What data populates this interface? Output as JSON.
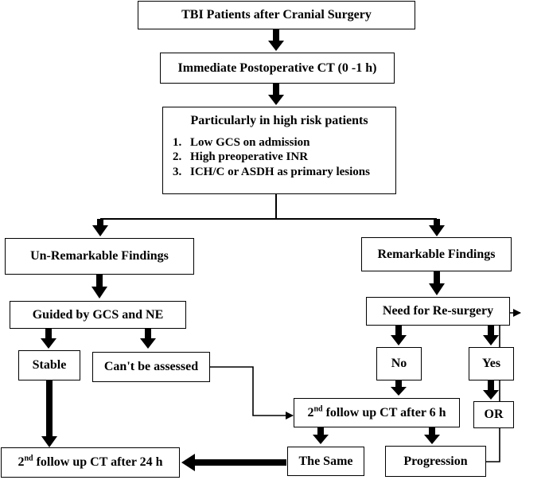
{
  "nodes": {
    "tbi": "TBI Patients after Cranial Surgery",
    "immediate_ct": "Immediate Postoperative CT (0 -1 h)",
    "high_risk": {
      "title": "Particularly in high risk patients",
      "items": [
        {
          "num": "1.",
          "text": "Low GCS on admission"
        },
        {
          "num": "2.",
          "text": "High preoperative INR"
        },
        {
          "num": "3.",
          "text": "ICH/C or ASDH as primary lesions"
        }
      ]
    },
    "unremarkable": "Un-Remarkable Findings",
    "remarkable": "Remarkable Findings",
    "guided": "Guided by GCS and NE",
    "need_resurgery": "Need for Re-surgery",
    "stable": "Stable",
    "cant_assess": "Can't be assessed",
    "no": "No",
    "yes": "Yes",
    "or": "OR",
    "followup_6h": {
      "pre": "2",
      "sup": "nd",
      "post": " follow up CT after 6 h"
    },
    "followup_24h": {
      "pre": "2",
      "sup": "nd",
      "post": " follow up CT after 24 h"
    },
    "same": "The Same",
    "progression": "Progression"
  }
}
